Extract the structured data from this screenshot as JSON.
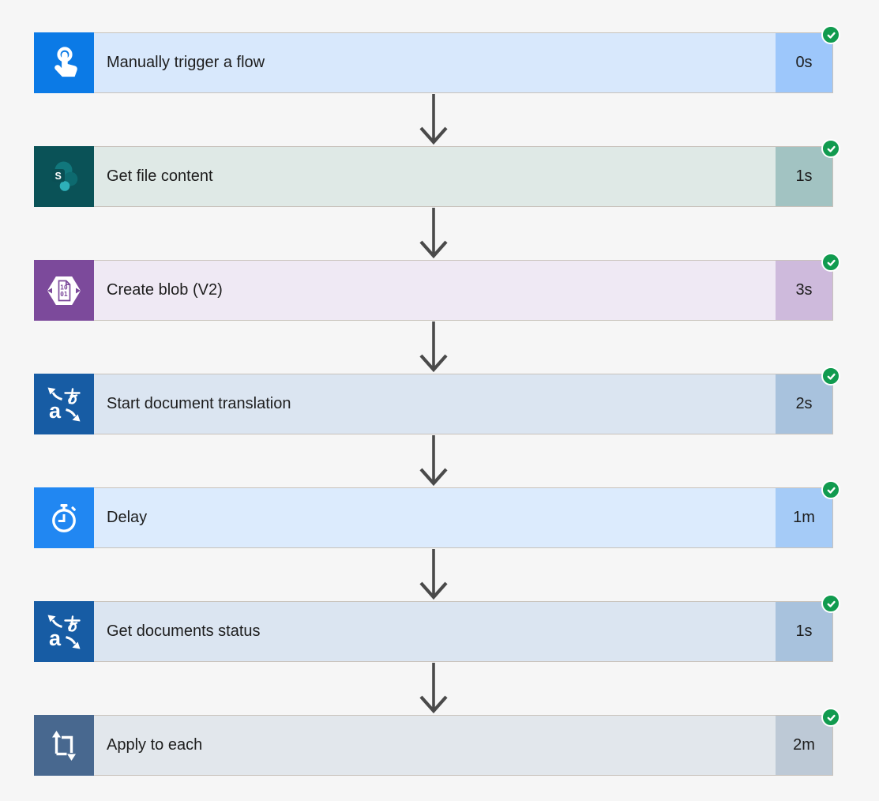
{
  "page": {
    "background": "#F6F6F6"
  },
  "flow": {
    "arrow_color": "#4A4A4A",
    "badge": {
      "color": "#119B4F",
      "icon": "check-icon",
      "meaning": "succeeded"
    },
    "steps": [
      {
        "label": "Manually trigger a flow",
        "duration": "0s",
        "icon": "tap-icon",
        "icon_bg": "#0B7AE6",
        "bar_bg": "#D8E8FC",
        "duration_bg": "#9DC7FB"
      },
      {
        "label": "Get file content",
        "duration": "1s",
        "icon": "sharepoint-icon",
        "icon_bg": "#0A5257",
        "bar_bg": "#DFE9E6",
        "duration_bg": "#A2C3C2"
      },
      {
        "label": "Create blob (V2)",
        "duration": "3s",
        "icon": "azure-blob-icon",
        "icon_bg": "#7C4A9B",
        "bar_bg": "#EFE9F4",
        "duration_bg": "#CEBADC"
      },
      {
        "label": "Start document translation",
        "duration": "2s",
        "icon": "translator-icon",
        "icon_bg": "#175CA4",
        "bar_bg": "#DBE5F1",
        "duration_bg": "#A8C2DD"
      },
      {
        "label": "Delay",
        "duration": "1m",
        "icon": "stopwatch-icon",
        "icon_bg": "#2187F2",
        "bar_bg": "#DCEBFD",
        "duration_bg": "#A5CBF7"
      },
      {
        "label": "Get documents status",
        "duration": "1s",
        "icon": "translator-icon",
        "icon_bg": "#175CA4",
        "bar_bg": "#DBE5F1",
        "duration_bg": "#A8C2DD"
      },
      {
        "label": "Apply to each",
        "duration": "2m",
        "icon": "apply-to-each-icon",
        "icon_bg": "#48688F",
        "bar_bg": "#E2E7EC",
        "duration_bg": "#BDC9D6"
      }
    ]
  }
}
